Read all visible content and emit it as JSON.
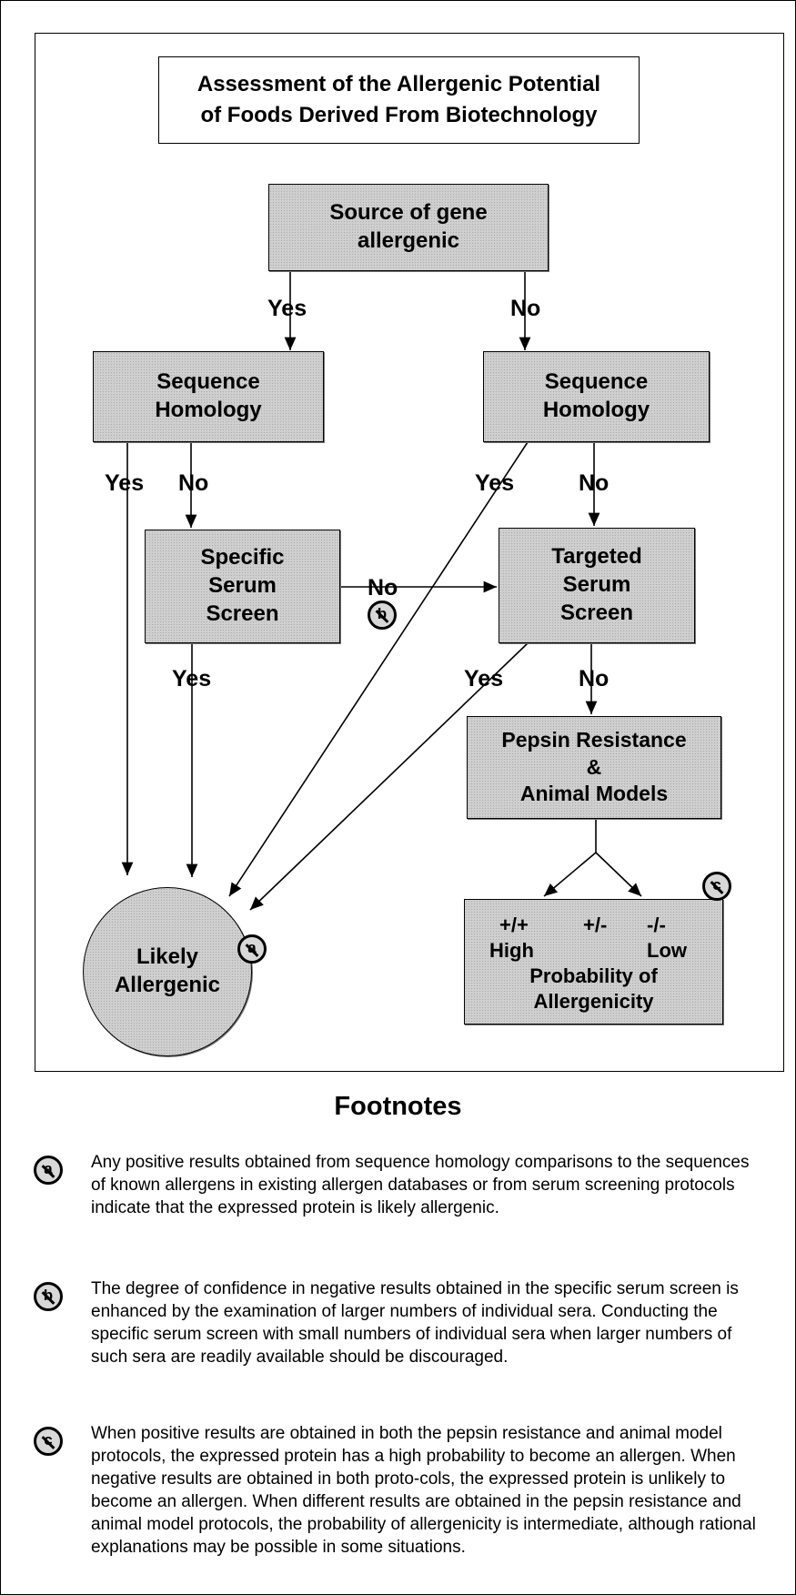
{
  "title": "Assessment of the Allergenic Potential\nof Foods Derived From Biotechnology",
  "nodes": {
    "source": "Source of gene\nallergenic",
    "seq_left": "Sequence\nHomology",
    "seq_right": "Sequence\nHomology",
    "specific_serum": "Specific\nSerum\nScreen",
    "targeted_serum": "Targeted\nSerum\nScreen",
    "pepsin": "Pepsin Resistance\n&\nAnimal Models",
    "likely": "Likely\nAllergenic",
    "prob_signs": [
      "+/+",
      "+/-",
      "-/-"
    ],
    "prob_high": "High",
    "prob_low": "Low",
    "prob_caption": "Probability of\nAllergenicity"
  },
  "edge_labels": {
    "yes": "Yes",
    "no": "No"
  },
  "badges": {
    "a": "a",
    "b": "b",
    "c": "c"
  },
  "footnotes": {
    "heading": "Footnotes",
    "items": [
      {
        "marker": "a",
        "text": "Any positive results obtained from sequence homology comparisons to the sequences of known allergens in existing allergen databases or from serum screening protocols indicate that the expressed protein is likely allergenic."
      },
      {
        "marker": "b",
        "text": "The degree of confidence in negative results obtained in the specific serum screen is enhanced by the examination of larger numbers of individual sera. Conducting the specific serum screen with small numbers of individual sera when larger numbers of such sera are readily available should be discouraged."
      },
      {
        "marker": "c",
        "text": "When positive results are obtained in both the pepsin resistance and animal model protocols, the expressed protein has a high probability to become an allergen. When negative results are obtained in both proto-cols, the expressed protein is unlikely to become an allergen. When different results are obtained in the pepsin resistance and animal model protocols, the probability of allergenicity is intermediate, although rational explanations may be possible in some situations."
      }
    ]
  }
}
